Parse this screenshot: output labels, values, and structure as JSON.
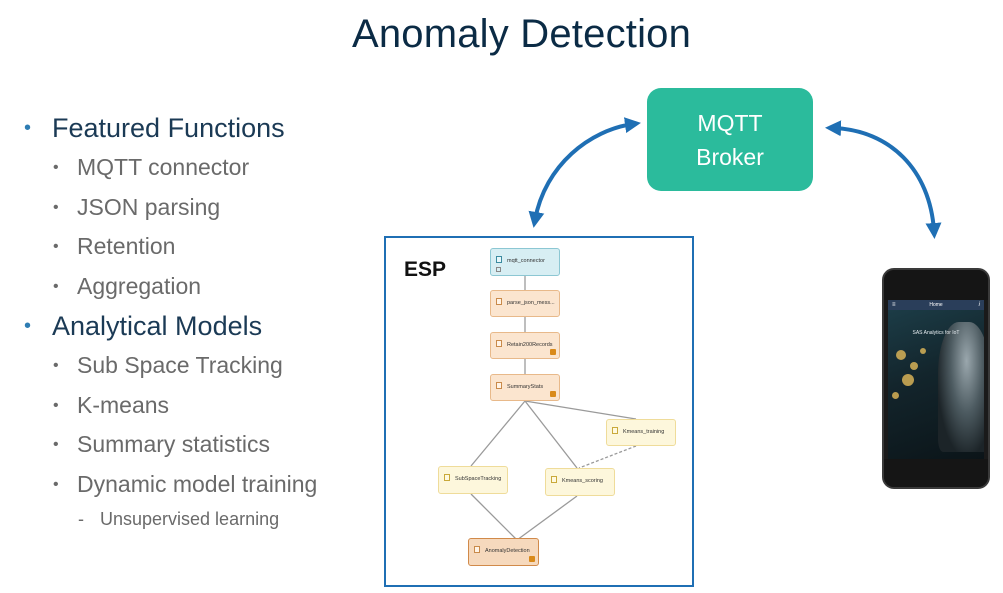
{
  "title": "Anomaly Detection",
  "bullets": {
    "featured_functions": "Featured Functions",
    "mqtt_connector": "MQTT connector",
    "json_parsing": "JSON parsing",
    "retention": "Retention",
    "aggregation": "Aggregation",
    "analytical_models": "Analytical Models",
    "sub_space_tracking": "Sub Space Tracking",
    "kmeans": "K-means",
    "summary_statistics": "Summary statistics",
    "dynamic_model_training": "Dynamic model training",
    "unsupervised_learning": "Unsupervised learning"
  },
  "broker": {
    "line1": "MQTT",
    "line2": "Broker",
    "color": "#2bbb9c"
  },
  "esp": {
    "label": "ESP",
    "nodes": {
      "mqtt_connector": "mqtt_connector",
      "parse_json": "parse_json_mess...",
      "retain": "Retain200Records",
      "summary": "SummaryStats",
      "kmeans_training": "Kmeans_training",
      "subspace": "SubSpaceTracking",
      "kmeans_scoring": "Kmeans_scoring",
      "anomaly": "AnomalyDetection"
    }
  },
  "phone": {
    "nav_title": "Home",
    "subtitle": "SAS Analytics for IoT",
    "info_icon": "i"
  },
  "colors": {
    "arrow": "#1f6fb4",
    "title": "#0b2b45",
    "accent": "#2e7db3"
  }
}
